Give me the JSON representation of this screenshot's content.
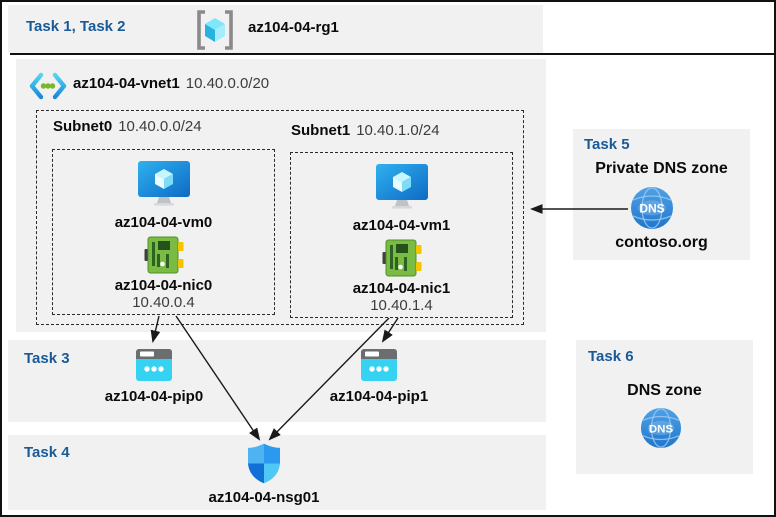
{
  "header": {
    "tasks_label": "Task 1, Task 2",
    "resource_group": "az104-04-rg1"
  },
  "vnet": {
    "name": "az104-04-vnet1",
    "cidr": "10.40.0.0/20",
    "subnets": [
      {
        "name": "Subnet0",
        "cidr": "10.40.0.0/24",
        "vm": "az104-04-vm0",
        "nic": "az104-04-nic0",
        "ip": "10.40.0.4"
      },
      {
        "name": "Subnet1",
        "cidr": "10.40.1.0/24",
        "vm": "az104-04-vm1",
        "nic": "az104-04-nic1",
        "ip": "10.40.1.4"
      }
    ]
  },
  "task3": {
    "label": "Task 3",
    "pip0": "az104-04-pip0",
    "pip1": "az104-04-pip1"
  },
  "task4": {
    "label": "Task 4",
    "nsg": "az104-04-nsg01"
  },
  "task5": {
    "label": "Task 5",
    "title": "Private DNS zone",
    "zone": "contoso.org",
    "icon_text": "DNS"
  },
  "task6": {
    "label": "Task 6",
    "title": "DNS zone",
    "icon_text": "DNS"
  },
  "colors": {
    "task_label_blue": "#1a5a96",
    "panel_gray": "#f1f1f2",
    "frame_black": "#111111",
    "vm_screen_blue": "#1676cf",
    "nic_board_green": "#79bb43",
    "pip_cyan": "#35d2f2",
    "dns_circle_blue": "#2e86d2",
    "nsg_shield_blue": "#2a99ee",
    "rg_cube_cyan": "#50e6ff",
    "vnet_dots_green": "#76b82a"
  }
}
